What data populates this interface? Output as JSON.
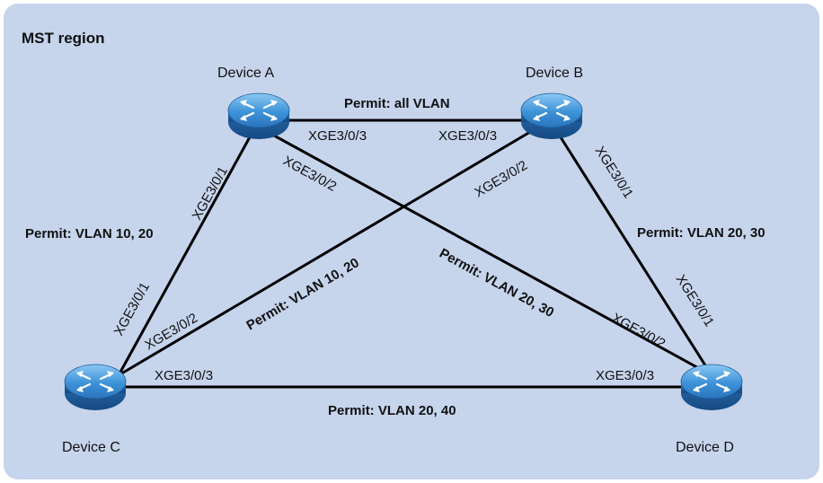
{
  "region": {
    "title": "MST region",
    "background": "#c6d4ec"
  },
  "devices": {
    "a": {
      "name": "Device A"
    },
    "b": {
      "name": "Device B"
    },
    "c": {
      "name": "Device C"
    },
    "d": {
      "name": "Device D"
    }
  },
  "links": {
    "ab": {
      "permit": "Permit: all VLAN",
      "port_a": "XGE3/0/3",
      "port_b": "XGE3/0/3"
    },
    "ac": {
      "permit": "Permit: VLAN 10, 20",
      "port_a": "XGE3/0/1",
      "port_c": "XGE3/0/1"
    },
    "ad": {
      "permit": "Permit: VLAN 20, 30",
      "port_a": "XGE3/0/2",
      "port_d": "XGE3/0/2"
    },
    "bc": {
      "permit": "Permit: VLAN 10, 20",
      "port_b": "XGE3/0/2",
      "port_c": "XGE3/0/2"
    },
    "bd": {
      "permit": "Permit: VLAN 20, 30",
      "port_b": "XGE3/0/1",
      "port_d": "XGE3/0/1"
    },
    "cd": {
      "permit": "Permit: VLAN 20,  40",
      "port_c": "XGE3/0/3",
      "port_d": "XGE3/0/3"
    }
  },
  "icons": {
    "device": "switch-icon"
  },
  "colors": {
    "switch_top": "#3a8fd6",
    "switch_side": "#1f5f9e",
    "switch_highlight": "#7fc0f2",
    "link": "#000000"
  }
}
